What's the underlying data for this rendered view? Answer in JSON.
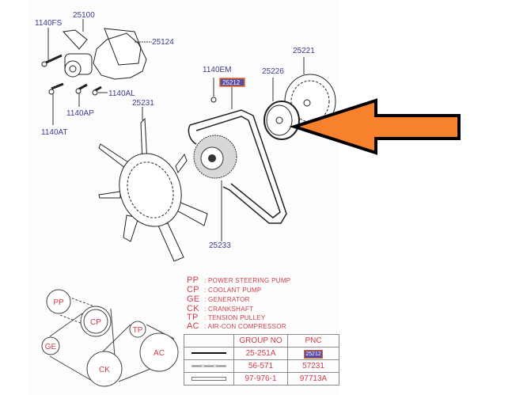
{
  "part_labels": {
    "p1140FS": "1140FS",
    "p25100": "25100",
    "p25124": "25124",
    "p1140AT": "1140AT",
    "p1140AP": "1140AP",
    "p1140AL": "1140AL",
    "p1140EM": "1140EM",
    "p25231": "25231",
    "p25233": "25233",
    "p25226": "25226",
    "p25221": "25221",
    "p25212_highlighted": "25212"
  },
  "legend": [
    {
      "code": "PP",
      "desc": ": POWER STEERING PUMP"
    },
    {
      "code": "CP",
      "desc": ": COOLANT PUMP"
    },
    {
      "code": "GE",
      "desc": ": GENERATOR"
    },
    {
      "code": "CK",
      "desc": ": CRANKSHAFT"
    },
    {
      "code": "TP",
      "desc": ": TENSION PULLEY"
    },
    {
      "code": "AC",
      "desc": ": AIR-CON COMPRESSOR"
    }
  ],
  "belt_table": {
    "headers": [
      "",
      "GROUP NO",
      "PNC"
    ],
    "rows": [
      {
        "line": "solid",
        "group_no": "25-251A",
        "pnc": "25212",
        "pnc_highlighted": true
      },
      {
        "line": "dashed",
        "group_no": "56-571",
        "pnc": "57231"
      },
      {
        "line": "double",
        "group_no": "97-976-1",
        "pnc": "97713A"
      }
    ]
  },
  "pulley_layout": {
    "pp": "PP",
    "cp": "CP",
    "ge": "GE",
    "ck": "CK",
    "tp": "TP",
    "ac": "AC"
  },
  "annotation": {
    "arrow_color": "#f7812d",
    "arrow_outline": "#000000",
    "points_to": "25226"
  },
  "colors": {
    "part_label": "#3b3b8f",
    "legend_text": "#d23a48",
    "highlight_border": "#e0662a"
  }
}
